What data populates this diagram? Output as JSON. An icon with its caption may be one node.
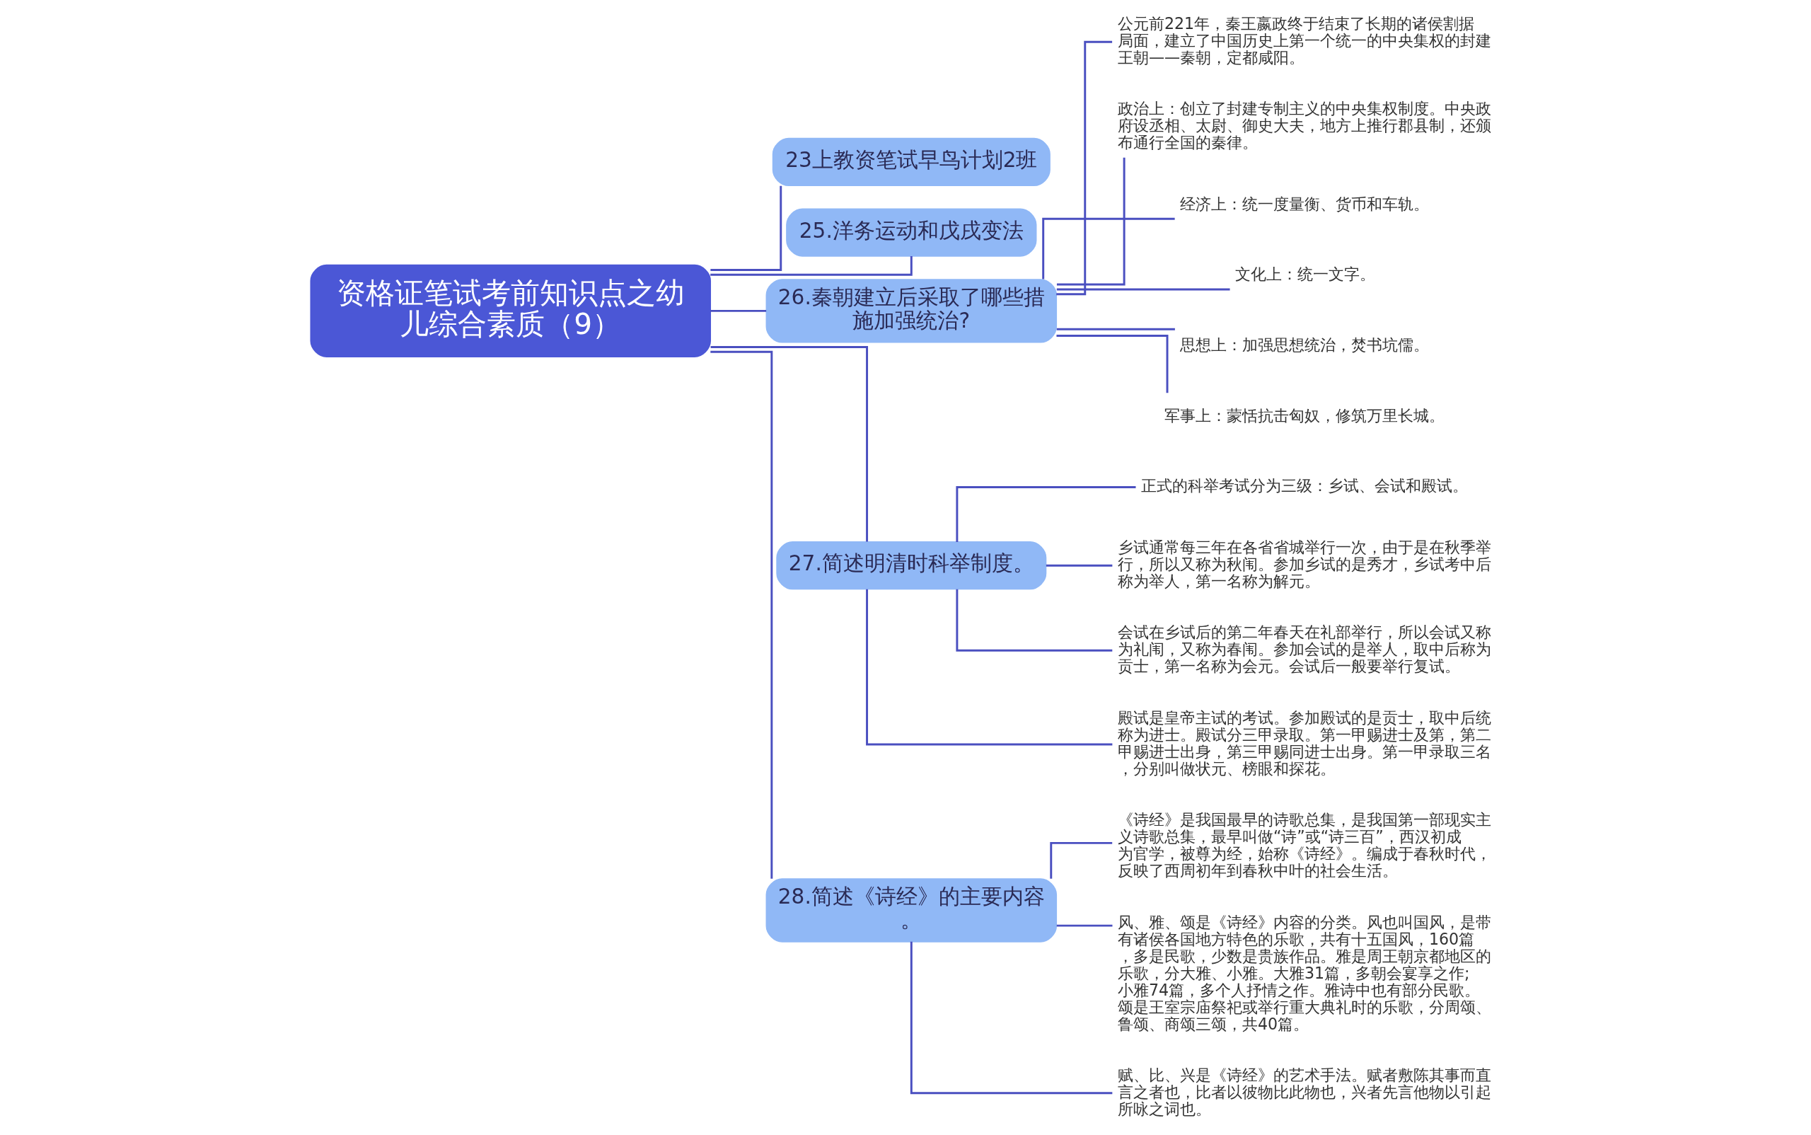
{
  "diagram": {
    "nodes": [
      {
        "text": [
          "资格证笔试考前知识点之幼儿综合素质（9）"
        ]
      },
      {
        "text": [
          "23上教资笔试早鸟计划2班"
        ]
      },
      {
        "text": [
          "25.洋务运动和戊戌变法"
        ]
      },
      {
        "text": [
          "26.秦朝建立后采取了哪些措施加强统治?"
        ]
      },
      {
        "text": [
          "公元前221年，秦王嬴政终于结束了长期的诸侯割据局面，建立了中国历史上第一个统一的中央集权的封建王朝——秦朝，定都咸阳。"
        ]
      },
      {
        "text": [
          "政治上：创立了封建专制主义的中央集权制度。中央政府设丞相、太尉、御史大夫，地方上推行郡县制，还颁布通行全国的秦律。"
        ]
      },
      {
        "text": [
          "经济上：统一度量衡、货币和车轨。"
        ]
      },
      {
        "text": [
          "文化上：统一文字。"
        ]
      },
      {
        "text": [
          "思想上：加强思想统治，焚书坑儒。"
        ]
      },
      {
        "text": [
          "军事上：蒙恬抗击匈奴，修筑万里长城。"
        ]
      },
      {
        "text": [
          "27.简述明清时科举制度。"
        ]
      },
      {
        "text": [
          "正式的科举考试分为三级：乡试、会试和殿试。"
        ]
      },
      {
        "text": [
          "乡试通常每三年在各省省城举行一次，由于是在秋季举行，所以又称为秋闱。参加乡试的是秀才，乡试考中后称为举人，第一名称为解元。"
        ]
      },
      {
        "text": [
          "会试在乡试后的第二年春天在礼部举行，所以会试又称为礼闱，又称为春闱。参加会试的是举人，取中后称为贡士，第一名称为会元。会试后一般要举行复试。"
        ]
      },
      {
        "text": [
          "殿试是皇帝主试的考试。参加殿试的是贡士，取中后统称为进士。殿试分三甲录取。第一甲赐进士及第，第二甲赐进士出身，第三甲赐同进士出身。第一甲录取三名，分别叫做状元、榜眼和探花。"
        ]
      },
      {
        "text": [
          "28.简述《诗经》的主要内容。"
        ]
      },
      {
        "text": [
          "《诗经》是我国最早的诗歌总集，是我国第一部现实主义诗歌总集，最早叫做“诗”或“诗三百”，西汉初成为官学，被尊为经，始称《诗经》。编成于春秋时代，反映了西周初年到春秋中叶的社会生活。"
        ]
      },
      {
        "text": [
          "风、雅、颂是《诗经》内容的分类。风也叫国风，是带有诸侯各国地方特色的乐歌，共有十五国风，160篇，多是民歌，少数是贵族作品。雅是周王朝京都地区的乐歌，分大雅、小雅。大雅31篇，多朝会宴享之作;小雅74篇，多个人抒情之作。雅诗中也有部分民歌。颂是王室宗庙祭祀或举行重大典礼时的乐歌，分周颂、鲁颂、商颂三颂，共40篇。"
        ]
      },
      {
        "text": [
          "赋、比、兴是《诗经》的艺术手法。赋者敷陈其事而直言之者也，比者以彼物比此物也，兴者先言他物以引起所咏之词也。"
        ]
      }
    ],
    "edges": [
      {
        "from": 0,
        "to": 1,
        "arrow": "none"
      },
      {
        "from": 0,
        "to": 2,
        "arrow": "none"
      },
      {
        "from": 0,
        "to": 3,
        "arrow": "none"
      },
      {
        "from": 3,
        "to": 4,
        "arrow": "none"
      },
      {
        "from": 3,
        "to": 5,
        "arrow": "none"
      },
      {
        "from": 3,
        "to": 6,
        "arrow": "none"
      },
      {
        "from": 3,
        "to": 7,
        "arrow": "none"
      },
      {
        "from": 3,
        "to": 8,
        "arrow": "none"
      },
      {
        "from": 3,
        "to": 9,
        "arrow": "none"
      },
      {
        "from": 0,
        "to": 10,
        "arrow": "none"
      },
      {
        "from": 10,
        "to": 11,
        "arrow": "none"
      },
      {
        "from": 10,
        "to": 12,
        "arrow": "none"
      },
      {
        "from": 10,
        "to": 13,
        "arrow": "none"
      },
      {
        "from": 10,
        "to": 14,
        "arrow": "none"
      },
      {
        "from": 0,
        "to": 15,
        "arrow": "none"
      },
      {
        "from": 15,
        "to": 16,
        "arrow": "none"
      },
      {
        "from": 15,
        "to": 17,
        "arrow": "none"
      },
      {
        "from": 15,
        "to": 18,
        "arrow": "none"
      }
    ]
  }
}
